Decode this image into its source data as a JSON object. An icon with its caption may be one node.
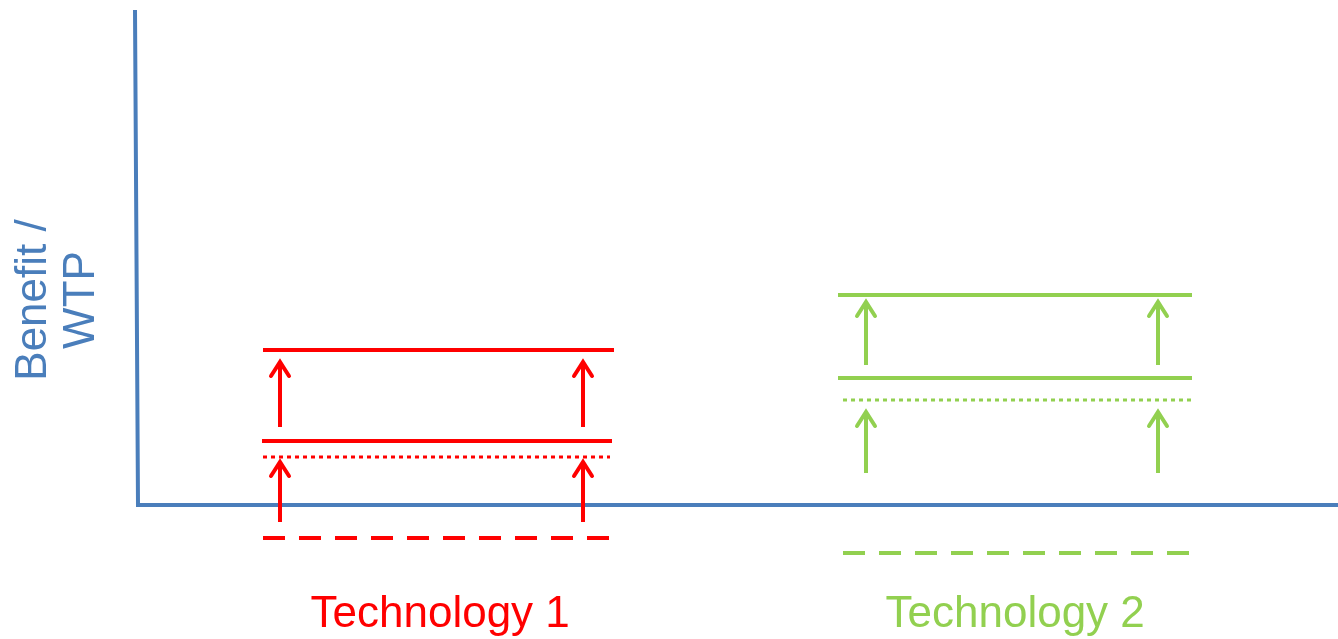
{
  "diagram": {
    "labels": [
      "Benefit / WTP",
      "Technology 1",
      "Technology 2"
    ]
  }
}
